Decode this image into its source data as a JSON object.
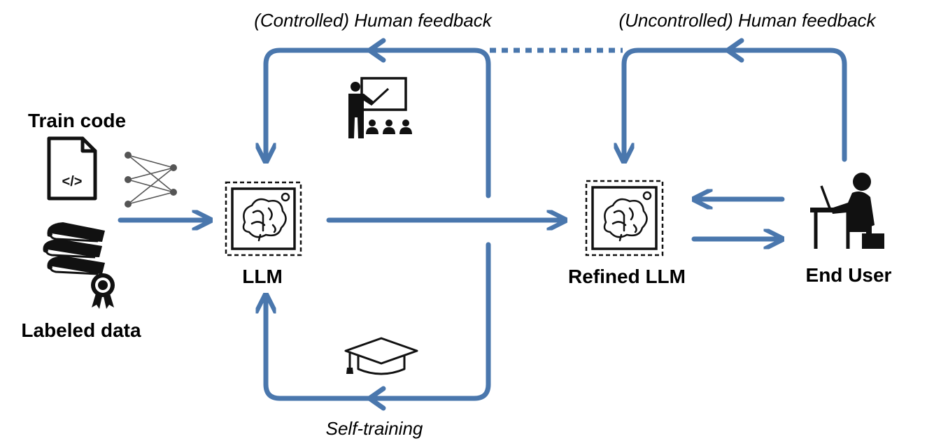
{
  "labels": {
    "train_code": "Train code",
    "labeled_data": "Labeled data",
    "llm": "LLM",
    "refined_llm": "Refined LLM",
    "end_user": "End User",
    "controlled_feedback": "(Controlled) Human feedback",
    "uncontrolled_feedback": "(Uncontrolled) Human feedback",
    "self_training": "Self-training",
    "code_symbol": "</>"
  },
  "colors": {
    "arrow": "#4a77ad",
    "icon": "#111111",
    "background": "#ffffff"
  },
  "icons": [
    "code-file-icon",
    "neural-network-icon",
    "books-icon",
    "certificate-badge-icon",
    "teacher-icon",
    "graduation-cap-icon",
    "brain-chip-icon",
    "user-at-laptop-icon"
  ]
}
